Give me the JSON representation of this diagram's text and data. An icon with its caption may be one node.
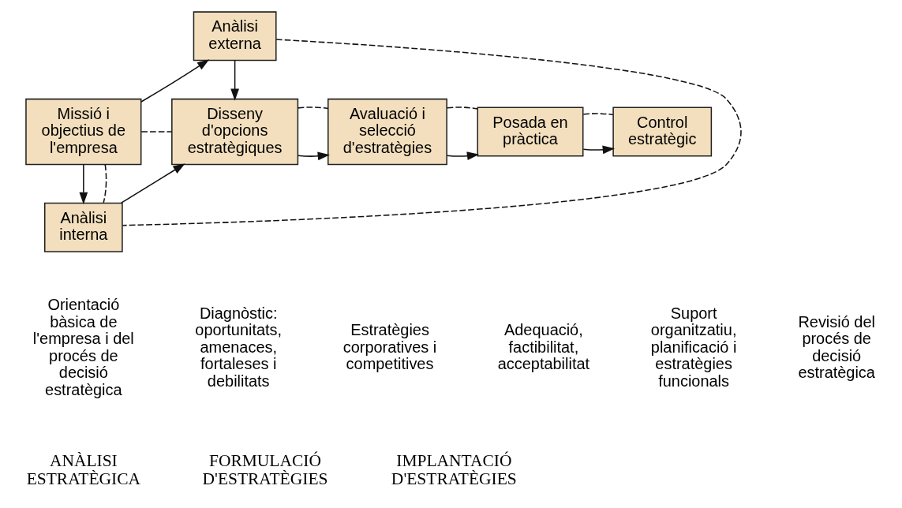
{
  "diagram": {
    "nodes": [
      {
        "text": [
          "Missió i objectius de l'empresa"
        ]
      },
      {
        "text": [
          "Anàlisi externa"
        ]
      },
      {
        "text": [
          "Anàlisi interna"
        ]
      },
      {
        "text": [
          "Disseny d'opcions estratègiques"
        ]
      },
      {
        "text": [
          "Avaluació i selecció d'estratègies"
        ]
      },
      {
        "text": [
          "Posada en pràctica"
        ]
      },
      {
        "text": [
          "Control estratègic"
        ]
      }
    ],
    "edges": [
      {
        "from": 0,
        "to": 1,
        "arrow": "to"
      },
      {
        "from": 0,
        "to": 2,
        "arrow": "to"
      },
      {
        "from": 1,
        "to": 3,
        "arrow": "to"
      },
      {
        "from": 2,
        "to": 3,
        "arrow": "to"
      },
      {
        "from": 3,
        "to": 4,
        "arrow": "to"
      },
      {
        "from": 4,
        "to": 5,
        "arrow": "to"
      },
      {
        "from": 5,
        "to": 6,
        "arrow": "to"
      },
      {
        "from": 1,
        "to": 2,
        "arrow": "none",
        "style": "dashed"
      },
      {
        "from": 0,
        "to": 2,
        "arrow": "none",
        "style": "dashed"
      },
      {
        "from": 0,
        "to": 3,
        "arrow": "none",
        "style": "dashed"
      },
      {
        "from": 3,
        "to": 4,
        "arrow": "none",
        "style": "dashed"
      },
      {
        "from": 4,
        "to": 5,
        "arrow": "none",
        "style": "dashed"
      },
      {
        "from": 5,
        "to": 6,
        "arrow": "none",
        "style": "dashed"
      }
    ],
    "labels": [
      "Orientació bàsica de l'empresa i del procés de decisió estratègica",
      "Diagnòstic: oportunitats, amenaces, fortaleses i debilitats",
      "Estratègies corporatives i competitives",
      "Adequació, factibilitat, acceptabilitat",
      "Suport organitzatiu, planificació i estratègies funcionals",
      "Revisió del procés de decisió estratègica",
      "ANÀLISI ESTRATÈGICA",
      "FORMULACIÓ D'ESTRATÈGIES",
      "IMPLANTACIÓ D'ESTRATÈGIES"
    ]
  }
}
